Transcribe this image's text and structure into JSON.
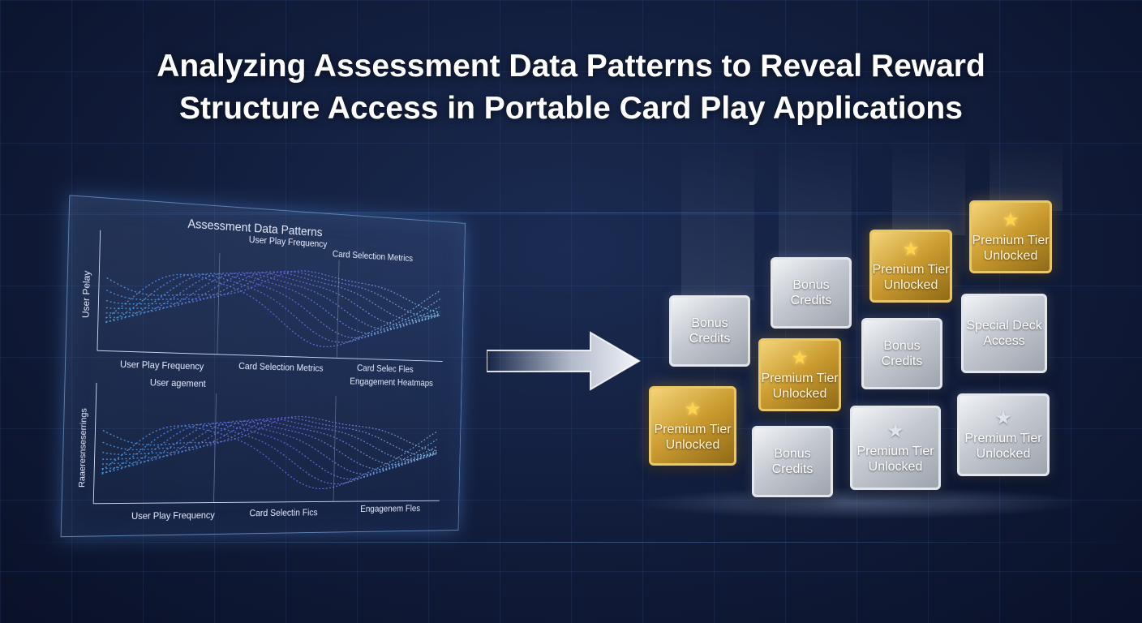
{
  "title": {
    "line1": "Analyzing Assessment Data Patterns to Reveal Reward",
    "line2": "Structure Access in Portable Card Play Applications"
  },
  "panel": {
    "heading": "Assessment Data Patterns",
    "top_labels": [
      "User Play Frequency",
      "Card Selection Metrics"
    ],
    "top_y_label": "User Pelay",
    "top_x_labels": [
      "User Play Frequency",
      "Card Selection Metrics",
      "Card Selec Fles"
    ],
    "bottom_labels": [
      "User agement",
      "Engagement Heatmaps"
    ],
    "bottom_y_label": "Raaeresnseserrings",
    "bottom_x_labels": [
      "User Play Frequency",
      "Card Selectin Fics",
      "Engagenem Fles"
    ]
  },
  "cards": [
    {
      "type": "silver",
      "star": false,
      "text": "Bonus Credits"
    },
    {
      "type": "silver",
      "star": false,
      "text": "Bonus Credits"
    },
    {
      "type": "gold",
      "star": true,
      "text": "Premium Tier Unlocked"
    },
    {
      "type": "gold",
      "star": true,
      "text": "Premium Tier Unlocked"
    },
    {
      "type": "silver",
      "star": false,
      "text": "Special Deck Access"
    },
    {
      "type": "gold",
      "star": true,
      "text": "Premium Tier Unlocked"
    },
    {
      "type": "silver",
      "star": false,
      "text": "Bonus Credits"
    },
    {
      "type": "gold",
      "star": true,
      "text": "Premium Tier Unlocked"
    },
    {
      "type": "silver",
      "star": false,
      "text": "Bonus Credits"
    },
    {
      "type": "silver",
      "star": true,
      "text": "Premium Tier Unlocked"
    },
    {
      "type": "silver",
      "star": true,
      "text": "Premium Tier Unlocked"
    }
  ],
  "icons": {
    "star": "star-icon",
    "arrow": "arrow-right-icon"
  },
  "colors": {
    "gold": "#c99a2e",
    "silver": "#c4c9d1",
    "accent": "#5aa8ff",
    "background": "#111c3a"
  }
}
